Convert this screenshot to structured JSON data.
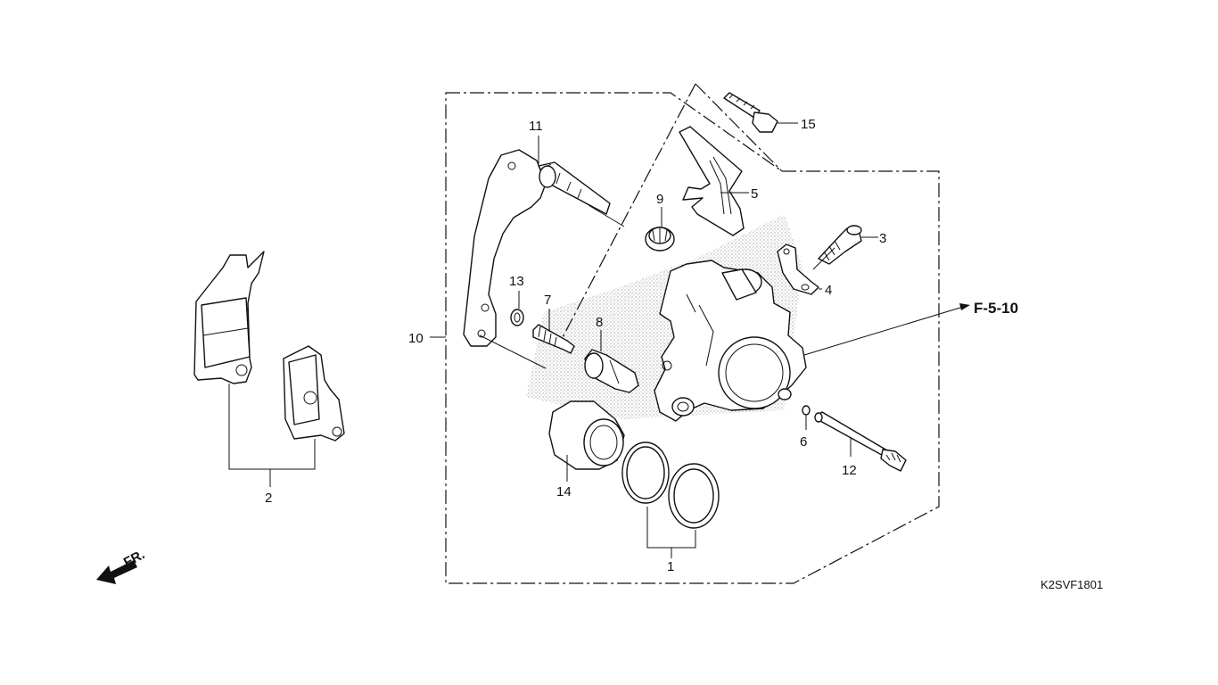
{
  "labels": {
    "p1": "1",
    "p2": "2",
    "p3": "3",
    "p4": "4",
    "p5": "5",
    "p6": "6",
    "p7": "7",
    "p8": "8",
    "p9": "9",
    "p10": "10",
    "p11": "11",
    "p12": "12",
    "p13": "13",
    "p14": "14",
    "p15": "15"
  },
  "reference": "F-5-10",
  "front_marker": "FR.",
  "diagram_code": "K2SVF1801",
  "icons": {
    "front": "arrow-front-icon"
  }
}
